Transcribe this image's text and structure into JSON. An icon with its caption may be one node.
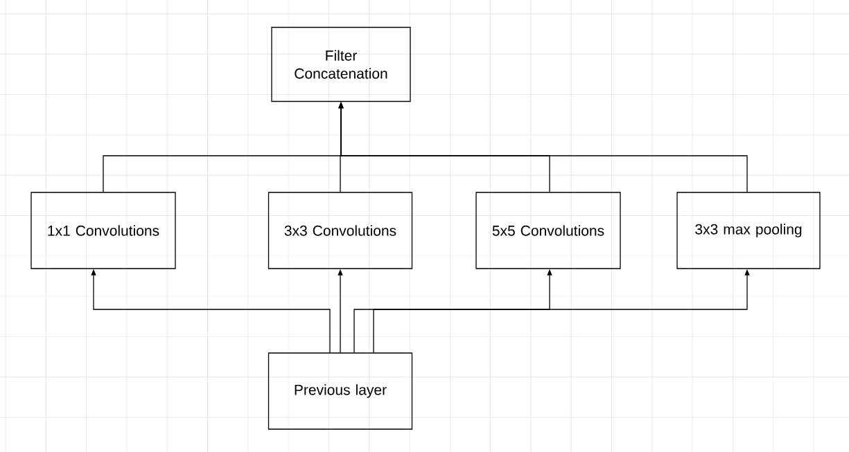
{
  "diagram": {
    "nodes": [
      {
        "text": [
          "Filter Concatenation"
        ]
      },
      {
        "text": [
          "1x1 Convolutions"
        ]
      },
      {
        "text": [
          "3x3 Convolutions"
        ]
      },
      {
        "text": [
          "5x5 Convolutions"
        ]
      },
      {
        "text": [
          "3x3 max pooling"
        ]
      },
      {
        "text": [
          "Previous layer"
        ]
      }
    ],
    "edges": [
      {
        "from": 1,
        "to": 0,
        "arrow": "to"
      },
      {
        "from": 2,
        "to": 0,
        "arrow": "to"
      },
      {
        "from": 3,
        "to": 0,
        "arrow": "to"
      },
      {
        "from": 4,
        "to": 0,
        "arrow": "to"
      },
      {
        "from": 5,
        "to": 1,
        "arrow": "to"
      },
      {
        "from": 5,
        "to": 2,
        "arrow": "to"
      },
      {
        "from": 5,
        "to": 3,
        "arrow": "to"
      },
      {
        "from": 5,
        "to": 4,
        "arrow": "to"
      }
    ]
  }
}
